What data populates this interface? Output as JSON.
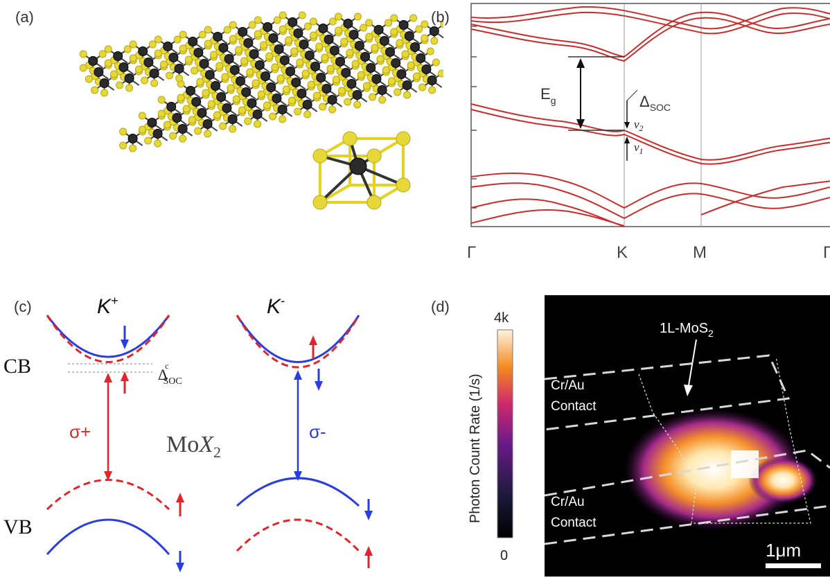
{
  "panel_a": {
    "label": "(a)"
  },
  "panel_b": {
    "label": "(b)",
    "ticks": [
      "Γ",
      "K",
      "M",
      "Γ"
    ],
    "eg_main": "E",
    "eg_sub": "g",
    "dsoc_main": "Δ",
    "dsoc_sub": "SOC",
    "v2": "v",
    "v2_sub": "2",
    "v1": "v",
    "v1_sub": "1",
    "colors": {
      "bands": "#cc2b2b"
    }
  },
  "panel_c": {
    "label": "(c)",
    "kplus_main": "K",
    "kplus_sup": "+",
    "kminus_main": "K",
    "kminus_sup": "-",
    "cb": "CB",
    "vb": "VB",
    "sigma_plus": "σ+",
    "sigma_minus": "σ-",
    "center_main": "Mo",
    "center_italic": "X",
    "center_sub": "2",
    "dsoc_main": "Δ",
    "dsoc_sup": "c",
    "dsoc_sub": "SOC",
    "colors": {
      "spin_up": "#e0262a",
      "spin_down": "#2a3de0"
    }
  },
  "panel_d": {
    "label": "(d)",
    "colorbar_max": "4k",
    "colorbar_min": "0",
    "colorbar_title": "Photon Count Rate (1/s)",
    "flake_main": "1L-MoS",
    "flake_sub": "2",
    "contact_top_1": "Cr/Au",
    "contact_top_2": "Contact",
    "contact_bottom_1": "Cr/Au",
    "contact_bottom_2": "Contact",
    "scalebar": "1μm"
  }
}
